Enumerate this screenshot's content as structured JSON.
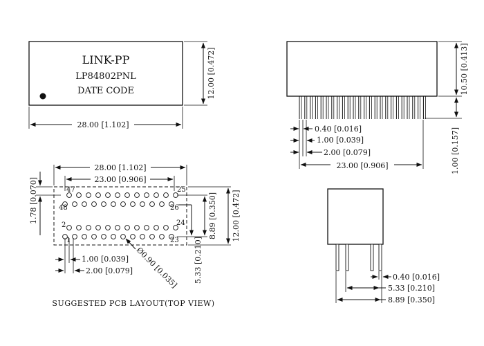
{
  "top_view": {
    "brand": "LINK-PP",
    "part_number": "LP84802PNL",
    "date_code": "DATE CODE",
    "width": "28.00 [1.102]",
    "height": "12.00 [0.472]"
  },
  "side_view": {
    "body_height": "10.50 [0.413]",
    "lead_length": "1.00 [0.157]",
    "lead_width": "0.40 [0.016]",
    "pitch": "1.00 [0.039]",
    "row_pitch": "2.00 [0.079]",
    "pin_span": "23.00 [0.906]"
  },
  "pcb_layout": {
    "width": "28.00 [1.102]",
    "pin_span": "23.00 [0.906]",
    "edge_offset": "1.78 [0.070]",
    "row_spacing": "8.89 [0.350]",
    "height": "12.00 [0.472]",
    "hole": "Ø0.90 [0.035]",
    "offset_vertical": "5.33 [0.210]",
    "pitch": "1.00 [0.039]",
    "row_pitch": "2.00 [0.079]",
    "pin_labels": {
      "p1": "1",
      "p2": "2",
      "p23": "23",
      "p24": "24",
      "p25": "25",
      "p26": "26",
      "p47": "47",
      "p48": "48"
    },
    "caption": "SUGGESTED PCB LAYOUT(TOP VIEW)"
  },
  "end_view": {
    "lead_width": "0.40 [0.016]",
    "inner_span": "5.33 [0.210]",
    "outer_span": "8.89 [0.350]"
  }
}
